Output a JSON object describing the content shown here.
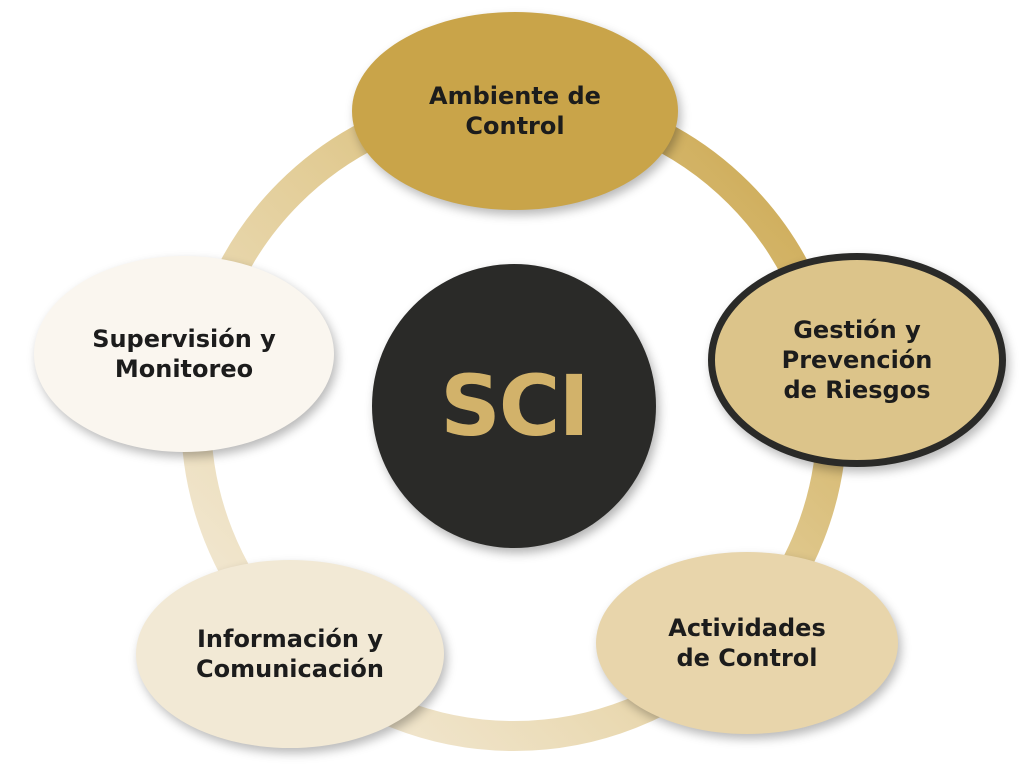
{
  "center": {
    "label": "SCI"
  },
  "nodes": [
    {
      "id": "ambiente",
      "label": "Ambiente de\nControl"
    },
    {
      "id": "gestion",
      "label": "Gestión y\nPrevención\nde Riesgos"
    },
    {
      "id": "actividades",
      "label": "Actividades\nde Control"
    },
    {
      "id": "informacion",
      "label": "Información y\nComunicación"
    },
    {
      "id": "supervision",
      "label": "Supervisión y\nMonitoreo"
    }
  ],
  "colors": {
    "center_fill": "#2a2a28",
    "center_text": "#d2b26a",
    "ambiente_fill": "#c9a449",
    "gestion_fill": "#dcc48a",
    "gestion_border": "#2a2a28",
    "actividades_fill": "#e8d5ab",
    "informacion_fill": "#f2e9d5",
    "supervision_fill": "#faf6ef",
    "text": "#1c1c1c"
  }
}
